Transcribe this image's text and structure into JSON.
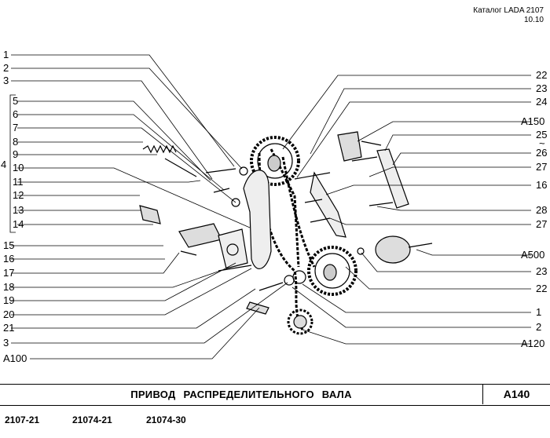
{
  "header": {
    "catalog": "Каталог LADA 2107",
    "date": "10.10"
  },
  "left_labels": [
    "1",
    "2",
    "3",
    "5",
    "6",
    "7",
    "8",
    "9",
    "10",
    "11",
    "12",
    "13",
    "14",
    "15",
    "16",
    "17",
    "18",
    "19",
    "20",
    "21",
    "3",
    "A100"
  ],
  "group_label": "4",
  "right_labels": [
    "22",
    "23",
    "24",
    "A150",
    "25",
    "~",
    "26",
    "27",
    "16",
    "28",
    "27",
    "A500",
    "23",
    "22",
    "1",
    "2",
    "A120"
  ],
  "footer": {
    "title": "ПРИВОД РАСПРЕДЕЛИТЕЛЬНОГО ВАЛА",
    "code": "A140"
  },
  "models": [
    "2107-21",
    "21074-21",
    "21074-30"
  ]
}
